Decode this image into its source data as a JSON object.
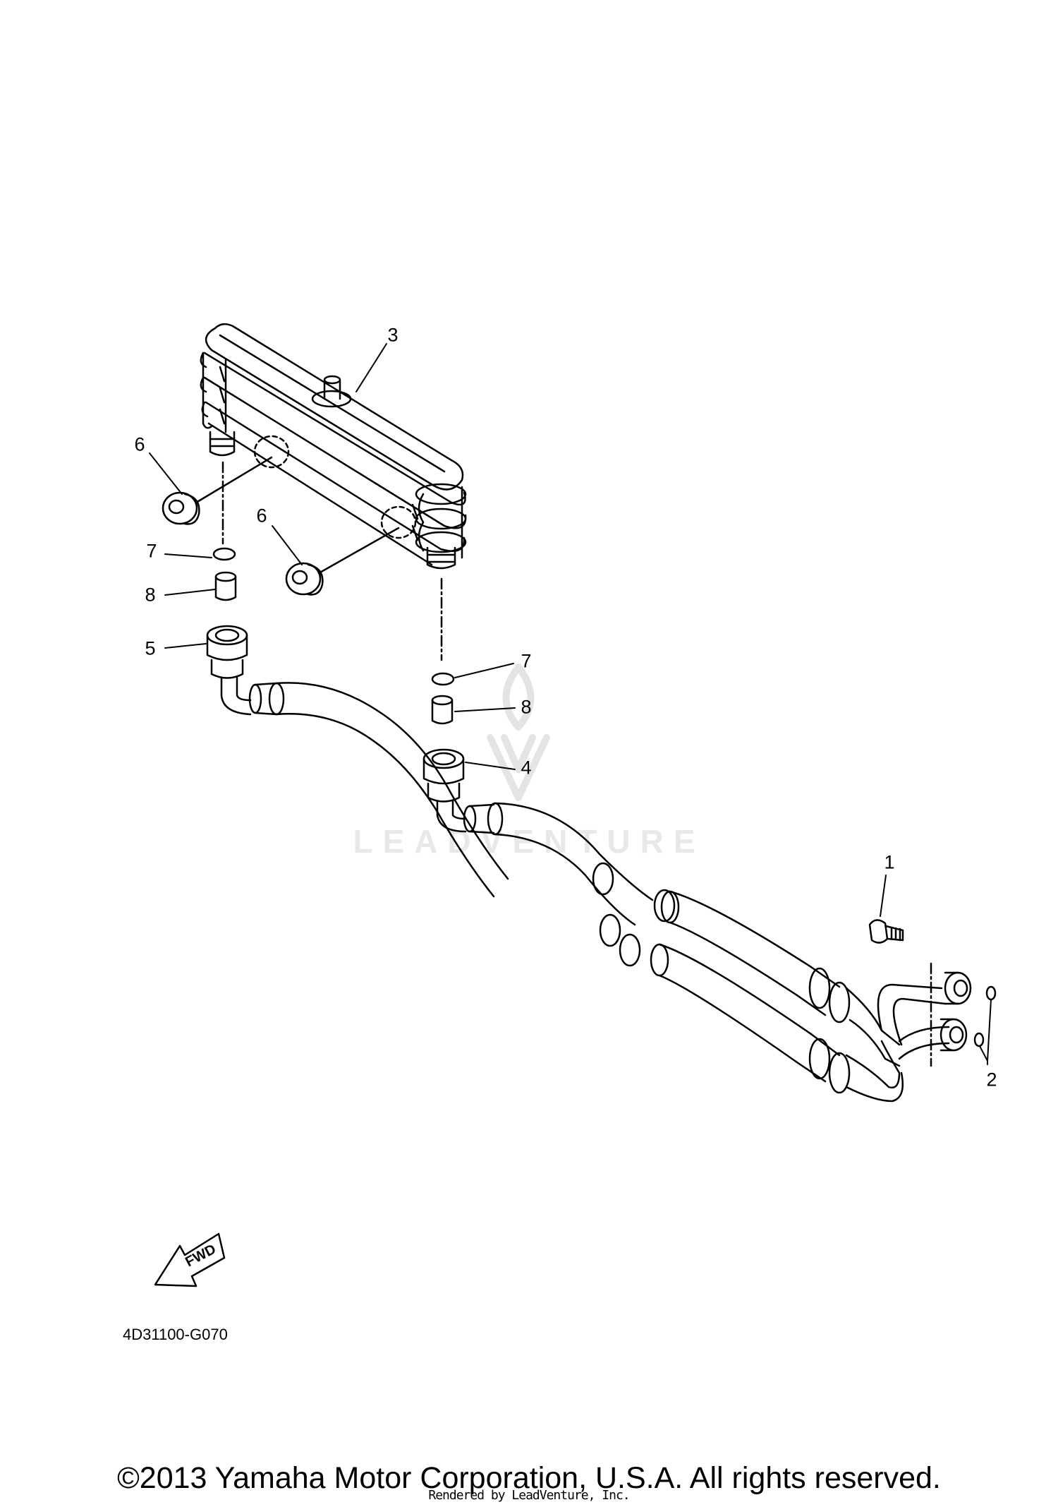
{
  "callouts": {
    "c1": "1",
    "c2": "2",
    "c3": "3",
    "c4": "4",
    "c5": "5",
    "c6a": "6",
    "c6b": "6",
    "c7a": "7",
    "c7b": "7",
    "c8a": "8",
    "c8b": "8"
  },
  "fwd_label": "FWD",
  "diagram_code": "4D31100-G070",
  "copyright": "©2013 Yamaha Motor Corporation, U.S.A. All rights reserved.",
  "rendered_by": "Rendered by LeadVenture, Inc.",
  "watermark": "LEADVENTURE",
  "colors": {
    "line": "#000000",
    "background": "#ffffff",
    "watermark": "#e8e8e8"
  }
}
